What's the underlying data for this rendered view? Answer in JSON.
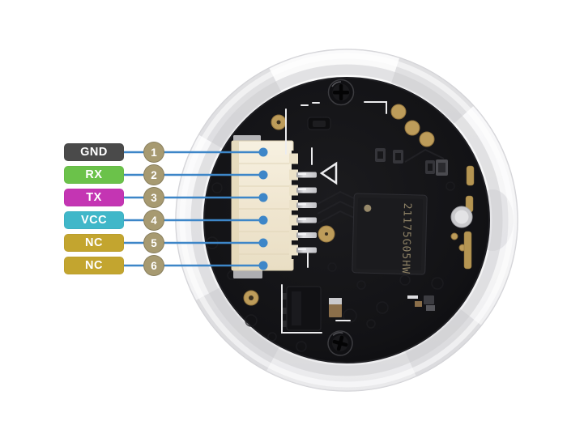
{
  "pinout": {
    "line_color": "#3d86c8",
    "badge_color": "#a79a71",
    "pins": [
      {
        "number": "1",
        "label": "GND",
        "color": "#4a4a4a"
      },
      {
        "number": "2",
        "label": "RX",
        "color": "#6bc24a"
      },
      {
        "number": "3",
        "label": "TX",
        "color": "#c435b3"
      },
      {
        "number": "4",
        "label": "VCC",
        "color": "#40b7c9"
      },
      {
        "number": "5",
        "label": "NC",
        "color": "#c3a52f"
      },
      {
        "number": "6",
        "label": "NC",
        "color": "#c3a52f"
      }
    ]
  },
  "board": {
    "chip_marking": "21175G05HW"
  }
}
